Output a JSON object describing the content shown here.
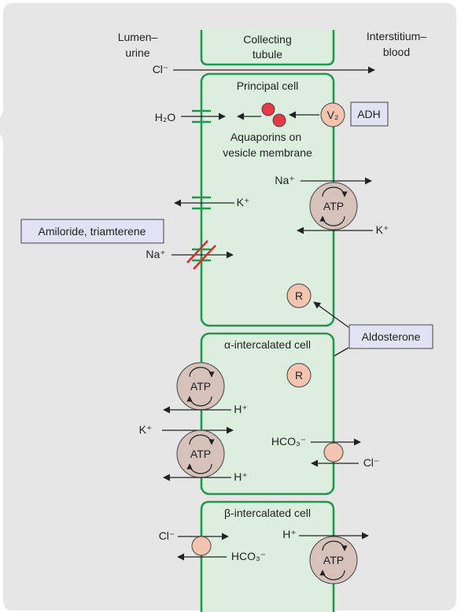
{
  "header": {
    "lumen_line1": "Lumen–",
    "lumen_line2": "urine",
    "tubule_line1": "Collecting",
    "tubule_line2": "tubule",
    "interstitium_line1": "Interstitium–",
    "interstitium_line2": "blood"
  },
  "top_flow": {
    "chloride": "Cl⁻"
  },
  "principal_cell": {
    "title": "Principal cell",
    "water": "H₂O",
    "aquaporin_line1": "Aquaporins on",
    "aquaporin_line2": "vesicle membrane",
    "v2_receptor": "V₂",
    "adh": "ADH",
    "na_out": "Na⁺",
    "atp": "ATP",
    "k_in": "K⁺",
    "k_out": "K⁺",
    "drug_box": "Amiloride, triamterene",
    "na_in": "Na⁺",
    "receptor": "R"
  },
  "aldosterone": "Aldosterone",
  "alpha_cell": {
    "title": "α-intercalated cell",
    "receptor": "R",
    "atp_top": "ATP",
    "h_top": "H⁺",
    "k_in": "K⁺",
    "atp_bottom": "ATP",
    "h_bottom": "H⁺",
    "bicarbonate": "HCO₃⁻",
    "chloride": "Cl⁻"
  },
  "beta_cell": {
    "title": "β-intercalated cell",
    "chloride": "Cl⁻",
    "bicarbonate": "HCO₃⁻",
    "h_out": "H⁺",
    "atp": "ATP"
  },
  "colors": {
    "panel_bg": "#e6e6e6",
    "cell_fill": "#dcefdf",
    "membrane_green": "#1e9a4e",
    "atp_pump": "#d6c1bb",
    "channel_peach": "#f4c4b0",
    "aquaporin_red": "#e63a46",
    "label_box": "#e3e1f4",
    "block_red": "#e4242c"
  }
}
